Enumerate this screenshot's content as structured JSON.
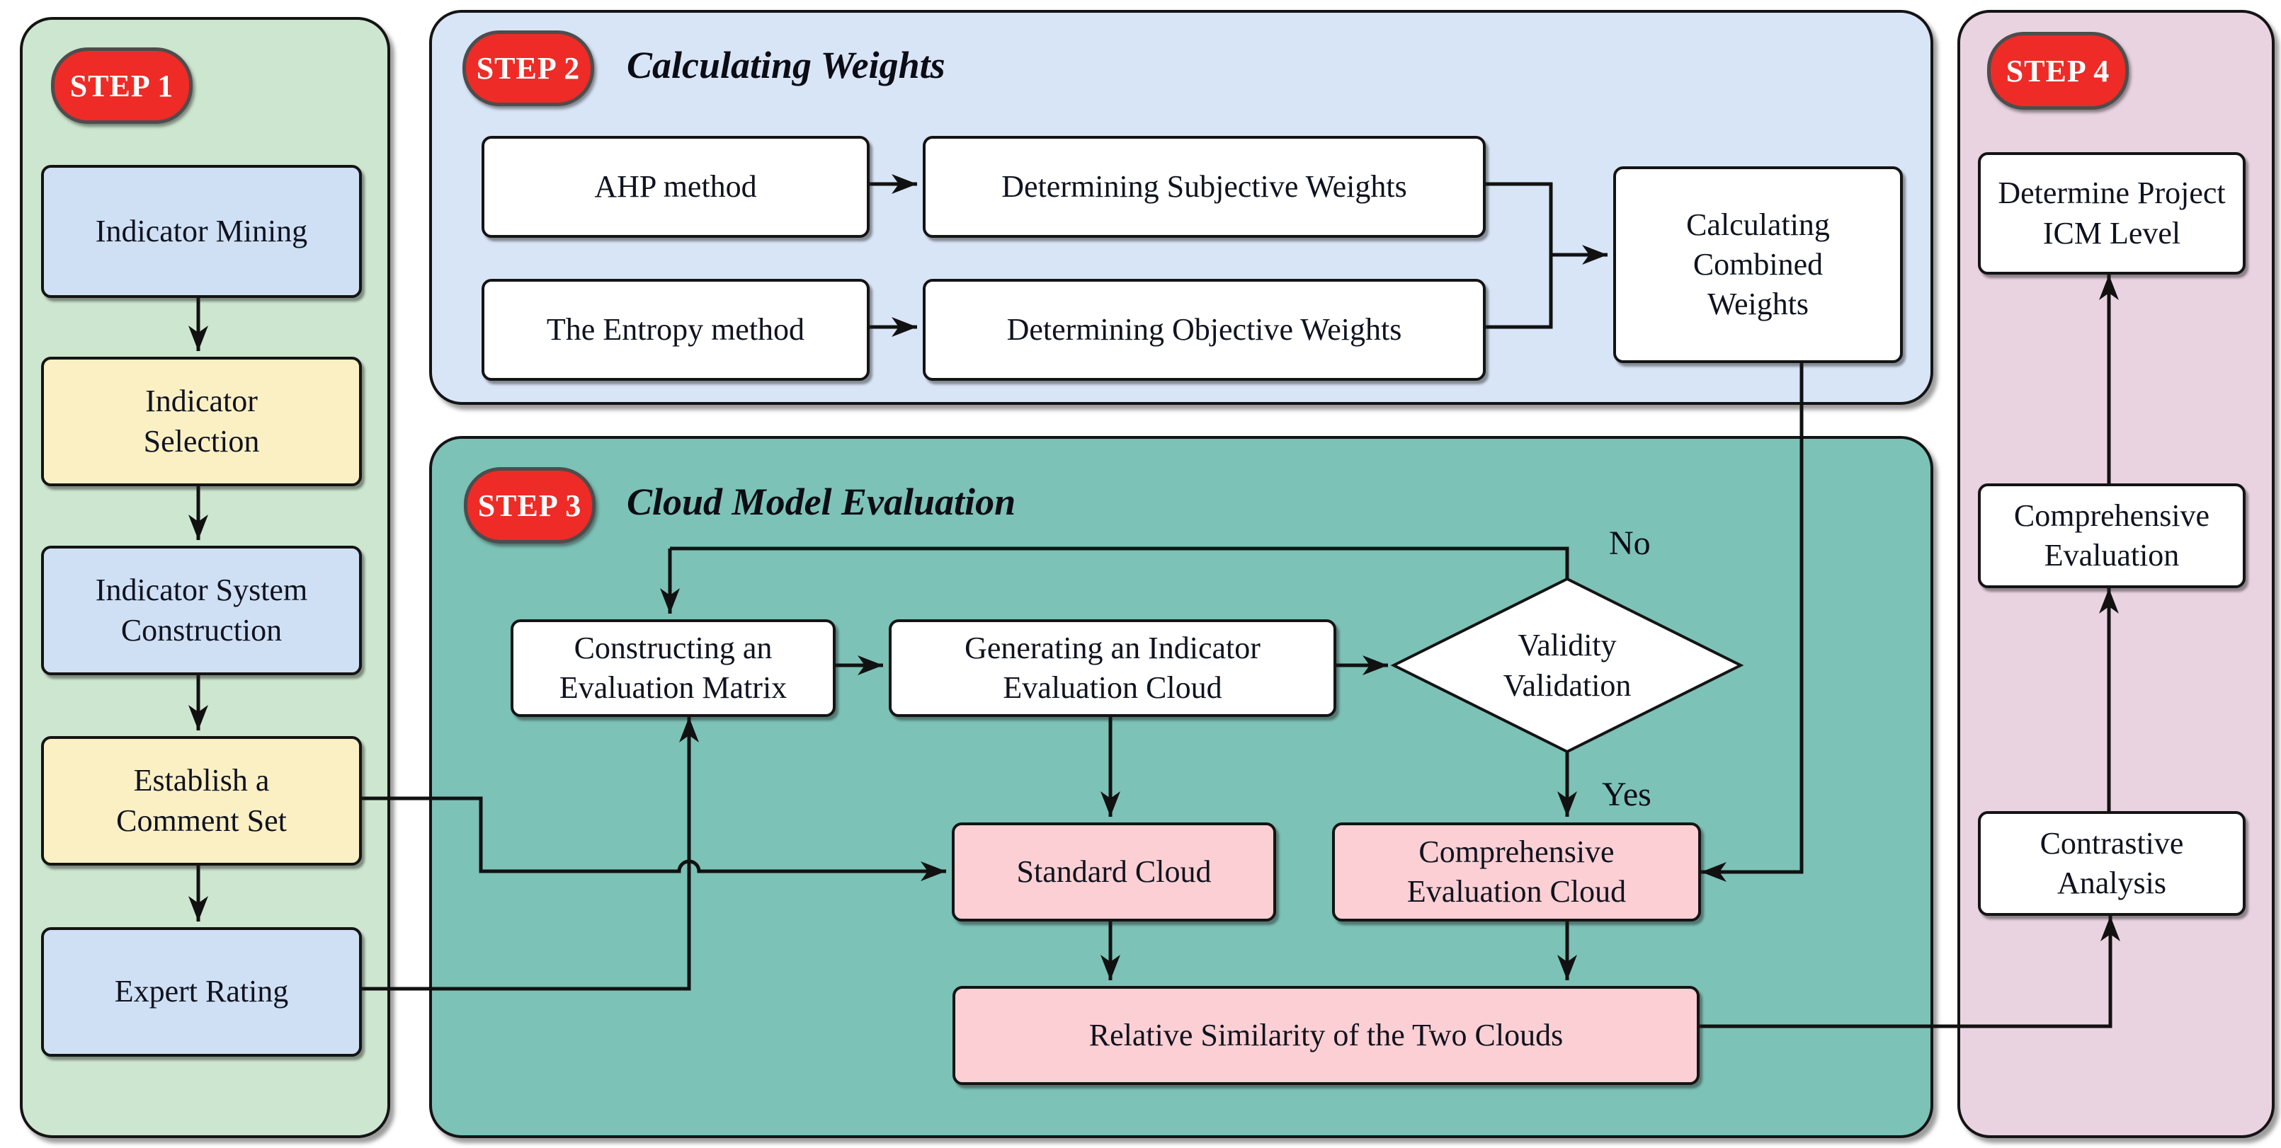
{
  "step1": {
    "badge": "STEP 1",
    "boxes": {
      "mining": "Indicator Mining",
      "selection": "Indicator Selection",
      "system": "Indicator System Construction",
      "comment": "Establish a Comment Set",
      "expert": "Expert Rating"
    }
  },
  "step2": {
    "badge": "STEP 2",
    "title": "Calculating Weights",
    "boxes": {
      "ahp": "AHP method",
      "subjective": "Determining Subjective Weights",
      "entropy": "The Entropy method",
      "objective": "Determining Objective Weights",
      "combined": "Calculating Combined Weights"
    }
  },
  "step3": {
    "badge": "STEP 3",
    "title": "Cloud Model Evaluation",
    "boxes": {
      "constructing": "Constructing an Evaluation Matrix",
      "generating": "Generating an Indicator Evaluation Cloud",
      "diamond": "Validity Validation",
      "standard": "Standard Cloud",
      "comp_cloud": "Comprehensive Evaluation Cloud",
      "relative": "Relative Similarity of the Two Clouds"
    },
    "labels": {
      "no": "No",
      "yes": "Yes"
    }
  },
  "step4": {
    "badge": "STEP 4",
    "boxes": {
      "icm": "Determine Project ICM Level",
      "comp_eval": "Comprehensive Evaluation",
      "contrastive": "Contrastive Analysis"
    }
  },
  "colors": {
    "panel_green": "#cde6cf",
    "panel_blue": "#d8e5f7",
    "panel_teal": "#7cc2b7",
    "panel_pink": "#ead3e1",
    "box_blue": "#cfe0f5",
    "box_yellow": "#fbf0c4",
    "box_pink": "#fbcfd3",
    "badge_red": "#ee2b26",
    "line_black": "#111111"
  }
}
